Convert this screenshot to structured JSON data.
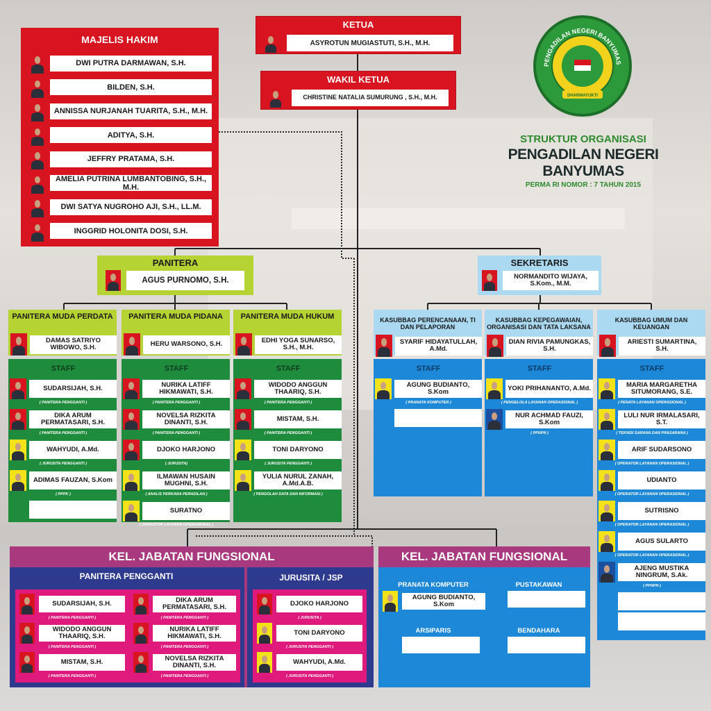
{
  "logo": {
    "text": "PENGADILAN NEGERI BANYUMAS",
    "motto": "DHARMAYUKTI"
  },
  "heading": {
    "line1": "STRUKTUR ORGANISASI",
    "line2": "PENGADILAN NEGERI BANYUMAS",
    "line3": "PERMA RI NOMOR : 7 TAHUN 2015"
  },
  "colors": {
    "red": "#d7141f",
    "yellow": "#f3e21a",
    "blue": "#1c4fa0",
    "green": "#1f8b3c",
    "lime": "#b6d334",
    "sky": "#1e88d8",
    "magenta": "#a8397f",
    "pink": "#e0197d"
  },
  "majelis_hakim": {
    "title": "MAJELIS HAKIM",
    "members": [
      {
        "name": "DWI PUTRA DARMAWAN, S.H.",
        "photo": "red"
      },
      {
        "name": "BILDEN, S.H.",
        "photo": "red"
      },
      {
        "name": "ANNISSA NURJANAH TUARITA, S.H., M.H.",
        "photo": "red"
      },
      {
        "name": "ADITYA, S.H.",
        "photo": "red"
      },
      {
        "name": "JEFFRY PRATAMA, S.H.",
        "photo": "red"
      },
      {
        "name": "AMELIA PUTRINA LUMBANTOBING, S.H., M.H.",
        "photo": "red"
      },
      {
        "name": "DWI SATYA NUGROHO AJI, S.H., LL.M.",
        "photo": "red"
      },
      {
        "name": "INGGRID HOLONITA DOSI, S.H.",
        "photo": "red"
      }
    ]
  },
  "ketua": {
    "title": "KETUA",
    "name": "ASYROTUN MUGIASTUTI, S.H., M.H."
  },
  "wakil_ketua": {
    "title": "WAKIL KETUA",
    "name": "CHRISTINE NATALIA SUMURUNG , S.H., M.H."
  },
  "panitera": {
    "title": "PANITERA",
    "name": "AGUS PURNOMO, S.H."
  },
  "sekretaris": {
    "title": "SEKRETARIS",
    "name": "NORMANDITO WIJAYA, S.Kom., M.M."
  },
  "staff_label": "STAFF",
  "panitera_muda": [
    {
      "title": "PANITERA MUDA PERDATA",
      "head": "DAMAS SATRIYO WIBOWO, S.H.",
      "staff": [
        {
          "name": "SUDARSIJAH, S.H.",
          "role": "( PANITERA PENGGANTI )",
          "photo": "red"
        },
        {
          "name": "DIKA ARUM PERMATASARI, S.H.",
          "role": "( PANITERA PENGGANTI )",
          "photo": "red"
        },
        {
          "name": "WAHYUDI, A.Md.",
          "role": "( JURUSITA PENGGANTI )",
          "photo": "yellow"
        },
        {
          "name": "ADIMAS FAUZAN, S.Kom",
          "role": "( PPPK )",
          "photo": "yellow"
        },
        {
          "empty": true
        }
      ]
    },
    {
      "title": "PANITERA MUDA PIDANA",
      "head": "HERU WARSONO, S.H.",
      "staff": [
        {
          "name": "NURIKA LATIFF HIKMAWATI, S.H.",
          "role": "( PANITERA PENGGANTI )",
          "photo": "red"
        },
        {
          "name": "NOVELSA RIZKITA DINANTI, S.H.",
          "role": "( PANITERA PENGGANTI )",
          "photo": "red"
        },
        {
          "name": "DJOKO HARJONO",
          "role": "( JURUSITA)",
          "photo": "red"
        },
        {
          "name": "ILMAWAN HUSAIN MUGHNI, S.H.",
          "role": "( ANALIS PERKARA PERADILAN )",
          "photo": "yellow"
        },
        {
          "name": "SURATNO",
          "role": "( OPERATOR LAYANAN OPERASIONAL )",
          "photo": "yellow"
        }
      ]
    },
    {
      "title": "PANITERA MUDA HUKUM",
      "head": "EDHI YOGA SUNARSO, S.H., M.H.",
      "staff": [
        {
          "name": "WIDODO ANGGUN THAARIQ, S.H.",
          "role": "( PANITERA PENGGANTI )",
          "photo": "red"
        },
        {
          "name": "MISTAM, S.H.",
          "role": "( PANITERA PENGGANTI )",
          "photo": "red"
        },
        {
          "name": "TONI DARYONO",
          "role": "( JURUSITA PENGGANTI )",
          "photo": "yellow"
        },
        {
          "name": "YULIA NURUL ZANAH, A.Md.A.B.",
          "role": "( PENGOLAH DATA DAN INFORMASI )",
          "photo": "yellow"
        }
      ]
    }
  ],
  "kasubbag": [
    {
      "title": "KASUBBAG PERENCANAAN, TI DAN PELAPORAN",
      "head": "SYARIF HIDAYATULLAH, A.Md.",
      "staff": [
        {
          "name": "AGUNG BUDIANTO, S.Kom",
          "role": "( PRANATA KOMPUTER )",
          "photo": "yellow"
        },
        {
          "empty": true
        }
      ]
    },
    {
      "title": "KASUBBAG KEPEGAWAIAN, ORGANISASI DAN TATA LAKSANA",
      "head": "DIAN RIVIA PAMUNGKAS, S.H.",
      "staff": [
        {
          "name": "YOKI PRIHANANTO, A.Md.",
          "role": "( PENGELOLA LAYANAN OPERASIONAL )",
          "photo": "yellow"
        },
        {
          "name": "NUR ACHMAD FAUZI, S.Kom",
          "role": "( PPNPN )",
          "photo": "blue"
        }
      ]
    },
    {
      "title": "KASUBBAG UMUM DAN KEUANGAN",
      "head": "ARIESTI SUMARTINA, S.H.",
      "staff": [
        {
          "name": "MARIA MARGARETHA SITUMORANG, S.E.",
          "role": "( PENATA LAYANAN OPERASIONAL )",
          "photo": "yellow"
        },
        {
          "name": "LULI NUR IRMALASARI, S.T.",
          "role": "( TEKNISI SARANA DAN PRASARANA )",
          "photo": "yellow"
        },
        {
          "name": "ARIF SUDARSONO",
          "role": "( OPERATOR LAYANAN OPERASIONAL )",
          "photo": "yellow"
        },
        {
          "name": "UDIANTO",
          "role": "( OPERATOR LAYANAN OPERASIONAL )",
          "photo": "yellow"
        },
        {
          "name": "SUTRISNO",
          "role": "( OPERATOR LAYANAN OPERASIONAL )",
          "photo": "yellow"
        },
        {
          "name": "AGUS SULARTO",
          "role": "( OPERATOR LAYANAN OPERASIONAL )",
          "photo": "yellow"
        },
        {
          "name": "AJENG MUSTIKA NINGRUM, S.Ak.",
          "role": "( PPNPN )",
          "photo": "blue"
        },
        {
          "empty": true
        },
        {
          "empty": true
        }
      ]
    }
  ],
  "fungsional_left": {
    "title": "KEL. JABATAN FUNGSIONAL",
    "panitera_pengganti": {
      "title": "PANITERA PENGGANTI",
      "members": [
        {
          "name": "SUDARSIJAH, S.H.",
          "role": "( PANITERA PENGGANTI )",
          "photo": "red"
        },
        {
          "name": "WIDODO ANGGUN THAARIQ, S.H.",
          "role": "( PANITERA PENGGANTI )",
          "photo": "red"
        },
        {
          "name": "MISTAM, S.H.",
          "role": "( PANITERA PENGGANTI )",
          "photo": "red"
        },
        {
          "name": "DIKA ARUM PERMATASARI, S.H.",
          "role": "( PANITERA PENGGANTI )",
          "photo": "red"
        },
        {
          "name": "NURIKA LATIFF HIKMAWATI, S.H.",
          "role": "( PANITERA PENGGANTI )",
          "photo": "red"
        },
        {
          "name": "NOVELSA RIZKITA DINANTI, S.H.",
          "role": "( PANITERA PENGGANTI )",
          "photo": "red"
        }
      ]
    },
    "jurusita": {
      "title": "JURUSITA / JSP",
      "members": [
        {
          "name": "DJOKO HARJONO",
          "role": "( JURUSITA )",
          "photo": "red"
        },
        {
          "name": "TONI DARYONO",
          "role": "( JURUSITA PENGGANTI )",
          "photo": "yellow"
        },
        {
          "name": "WAHYUDI, A.Md.",
          "role": "( JURUSITA PENGGANTI )",
          "photo": "yellow"
        }
      ]
    }
  },
  "fungsional_right": {
    "title": "KEL. JABATAN FUNGSIONAL",
    "groups": [
      {
        "title": "PRANATA KOMPUTER",
        "members": [
          {
            "name": "AGUNG BUDIANTO, S.Kom",
            "photo": "yellow"
          }
        ]
      },
      {
        "title": "PUSTAKAWAN",
        "members": [
          {
            "empty": true
          }
        ]
      },
      {
        "title": "ARSIPARIS",
        "members": [
          {
            "empty": true
          }
        ]
      },
      {
        "title": "BENDAHARA",
        "members": [
          {
            "empty": true
          }
        ]
      }
    ]
  }
}
